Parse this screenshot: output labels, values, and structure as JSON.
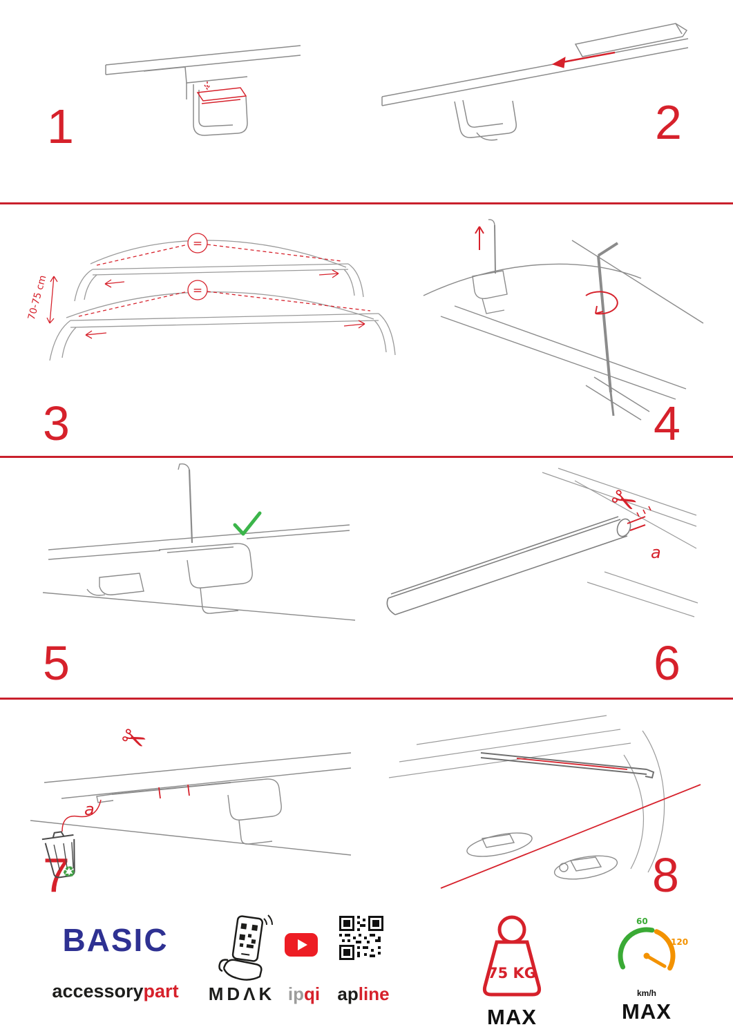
{
  "colors": {
    "accent_red": "#d6212b",
    "separator_red": "#c9202c",
    "brand_blue": "#2e3192",
    "check_green": "#3bb54a",
    "recycle_green": "#43a047",
    "youtube_red": "#ed1d24",
    "gauge_green": "#3aaa35",
    "gauge_orange": "#f39200",
    "drawing_gray": "#8b8b8b"
  },
  "icons": {
    "scissors": "✂",
    "recycle": "♻",
    "checkmark": "✓"
  },
  "steps": [
    {
      "number": "1"
    },
    {
      "number": "2"
    },
    {
      "number": "3"
    },
    {
      "number": "4"
    },
    {
      "number": "5"
    },
    {
      "number": "6"
    },
    {
      "number": "7"
    },
    {
      "number": "8"
    }
  ],
  "annotations": {
    "step3_distance": "70-75 cm",
    "step3_equal_top": "=",
    "step3_equal_bottom": "=",
    "step6_part_label": "a",
    "step7_part_label": "a"
  },
  "footer": {
    "brand_title": "BASIC",
    "brand_sub_black": "accessory",
    "brand_sub_red": "part",
    "logo_mdak": "MDΛK",
    "logo_ipqi_gray": "ip",
    "logo_ipqi_red": "qi",
    "logo_apline_black": "ap",
    "logo_apline_red": "line",
    "weight_limit": "75 KG",
    "weight_max_label": "MAX",
    "speed_low": "60",
    "speed_high": "120",
    "speed_unit": "km/h",
    "speed_max_label": "MAX"
  }
}
